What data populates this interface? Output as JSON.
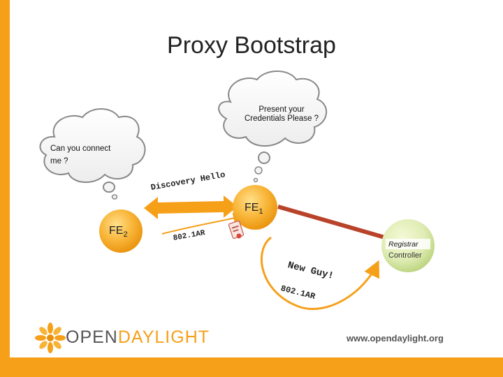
{
  "title": "Proxy Bootstrap",
  "clouds": {
    "left": {
      "line1": "Can you connect",
      "line2": "me ?"
    },
    "right": {
      "line1": "Present your",
      "line2": "Credentials Please ?"
    }
  },
  "nodes": {
    "fe1": {
      "label": "FE",
      "sub": "1"
    },
    "fe2": {
      "label": "FE",
      "sub": "2"
    },
    "controller": {
      "title": "Registrar",
      "label": "Controller"
    }
  },
  "arrows": {
    "discovery": "Discovery Hello",
    "dot1ar_upper": "802.1AR",
    "new_guy": "New Guy!",
    "dot1ar_lower": "802.1AR"
  },
  "footer": {
    "logo_open": "OPEN",
    "logo_daylight": "DAYLIGHT",
    "url": "www.opendaylight.org"
  },
  "colors": {
    "accent": "#f6a01a",
    "link": "#b8422a"
  }
}
